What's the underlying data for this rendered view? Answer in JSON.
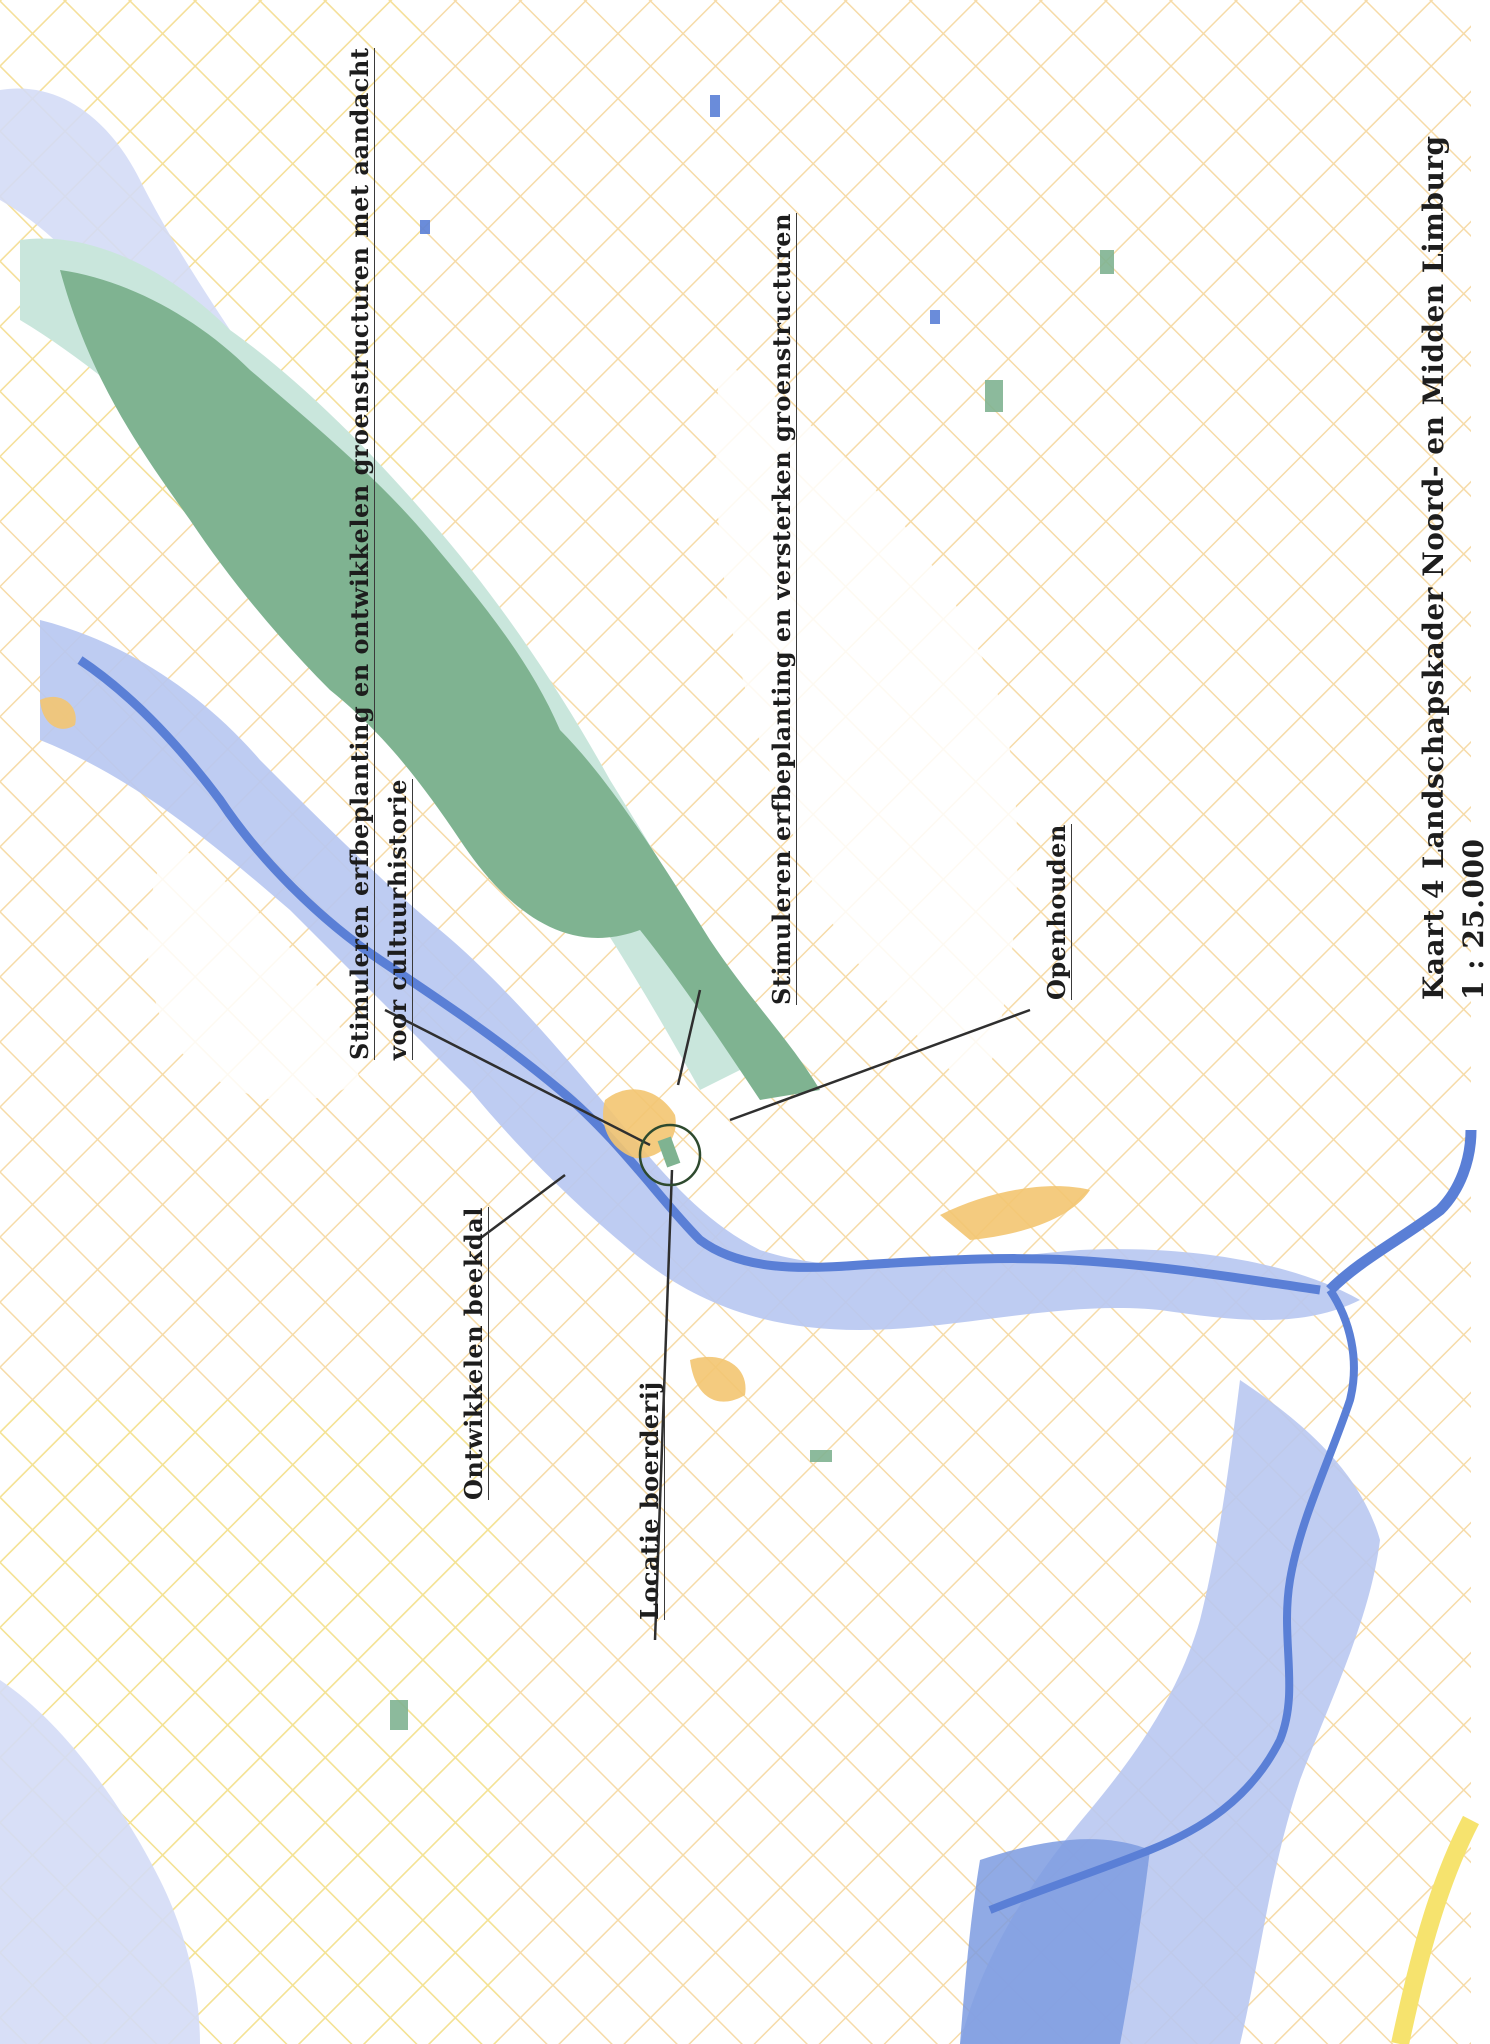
{
  "map": {
    "colors": {
      "background": "#ffffff",
      "grid_hatch": "#f2cf8a",
      "grid_hatch_alt": "#f4e58f",
      "forest": "#7fb391",
      "forest_light": "#c9e6dc",
      "valley": "#b9c8f1",
      "valley_light": "#d4dcf6",
      "river": "#5a7fd6",
      "built_area": "#f3c571",
      "leader_line": "#2f2f2f",
      "location_circle": "#2e4a2e"
    },
    "labels": {
      "stimuleren_cultuur_line1": "Stimuleren erfbeplanting en ontwikkelen groenstructuren met aandacht",
      "stimuleren_cultuur_line2": "voor cultuurhistorie",
      "stimuleren_versterken": "Stimuleren erfbeplanting en versterken groenstructuren",
      "openhouden": "Openhouden",
      "ontwikkelen_beekdal": "Ontwikkelen beekdal",
      "locatie_boerderij": "Locatie boerderij"
    },
    "title": {
      "line1": "Kaart 4 Landschapskader Noord- en Midden Limburg",
      "line2": "1 : 25.000"
    }
  }
}
